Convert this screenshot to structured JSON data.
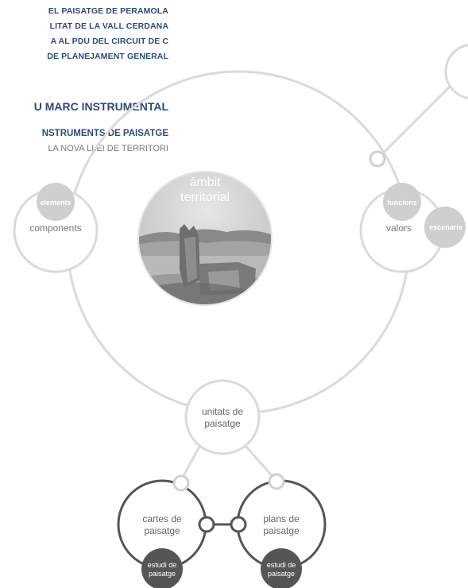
{
  "header": {
    "lines": [
      "EL PAISATGE DE PERAMOLA",
      "LITAT DE LA VALL CERDANA",
      "A AL PDU DEL CIRCUIT DE C",
      "DE PLANEJAMENT GENERAL"
    ],
    "section_title": "U MARC INSTRUMENTAL",
    "subsection_title": "NSTRUMENTS DE PAISATGE",
    "subsection_note": "LA NOVA LLEI DE TERRITORI"
  },
  "diagram": {
    "center_label_line1": "àmbit",
    "center_label_line2": "territorial",
    "elements_label": "elements",
    "components_label": "components",
    "funcions_label": "funcions",
    "valors_label": "valors",
    "escenaris_label": "escenaris",
    "unitats_line1": "unitats de",
    "unitats_line2": "paisatge",
    "cartes_line1": "cartes de",
    "cartes_line2": "paisatge",
    "plans_line1": "plans de",
    "plans_line2": "paisatge",
    "estudi_left_line1": "estudi de",
    "estudi_left_line2": "paisatge",
    "estudi_right_line1": "estudi de",
    "estudi_right_line2": "paisatge"
  },
  "colors": {
    "header_text": "#2f4a7a",
    "note_text": "#7a7a7a",
    "ring_stroke": "#d9d9d9",
    "dark_node": "#555555",
    "light_node": "#cfcfcf"
  }
}
